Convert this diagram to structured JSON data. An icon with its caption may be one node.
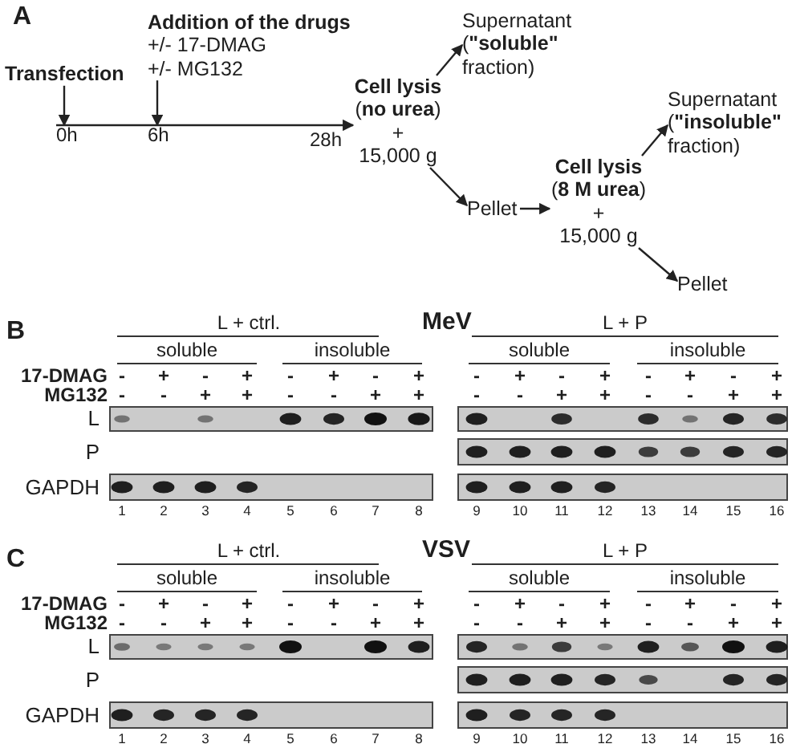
{
  "diagram": {
    "nodes": [
      {
        "text": [
          "Transfection"
        ]
      },
      {
        "text": [
          "0h"
        ]
      },
      {
        "text": [
          "Addition of the drugs",
          "+/- 17-DMAG",
          "+/- MG132"
        ]
      },
      {
        "text": [
          "6h"
        ]
      },
      {
        "text": [
          "**Cell lysis** (**no urea**)",
          "+",
          "15,000 g"
        ]
      },
      {
        "text": [
          "Supernatant (**\"soluble\"** fraction)"
        ]
      },
      {
        "text": [
          "Pellet"
        ]
      },
      {
        "text": [
          "**Cell lysis** (**8 M urea**)",
          "+",
          "15,000 g"
        ]
      },
      {
        "text": [
          "Supernatant (**\"insoluble\"** fraction)"
        ]
      },
      {
        "text": [
          "Pellet"
        ]
      }
    ],
    "edges": [
      {
        "from": 0,
        "to": 1,
        "arrow": "to"
      },
      {
        "from": 2,
        "to": 3,
        "arrow": "to"
      },
      {
        "from": 1,
        "to": 4,
        "arrow": "to"
      },
      {
        "from": 4,
        "to": 5,
        "arrow": "to"
      },
      {
        "from": 4,
        "to": 6,
        "arrow": "to"
      },
      {
        "from": 6,
        "to": 7,
        "arrow": "to"
      },
      {
        "from": 7,
        "to": 8,
        "arrow": "to"
      },
      {
        "from": 7,
        "to": 9,
        "arrow": "to"
      }
    ],
    "labels": [
      "A",
      "28h",
      "B",
      "L + ctrl.",
      "MeV",
      "L + P",
      "soluble",
      "insoluble",
      "soluble",
      "insoluble",
      "17-DMAG",
      "-",
      "+",
      "-",
      "+",
      "-",
      "+",
      "-",
      "+",
      "-",
      "+",
      "-",
      "+",
      "-",
      "+",
      "-",
      "+",
      "MG132",
      "-",
      "-",
      "+",
      "+",
      "-",
      "-",
      "+",
      "+",
      "-",
      "-",
      "+",
      "+",
      "-",
      "-",
      "+",
      "+",
      "L",
      "P",
      "GAPDH",
      "1",
      "2",
      "3",
      "4",
      "5",
      "6",
      "7",
      "8",
      "9",
      "10",
      "11",
      "12",
      "13",
      "14",
      "15",
      "16",
      "C",
      "L + ctrl.",
      "VSV",
      "L + P",
      "soluble",
      "insoluble",
      "soluble",
      "insoluble",
      "17-DMAG",
      "-",
      "+",
      "-",
      "+",
      "-",
      "+",
      "-",
      "+",
      "-",
      "+",
      "-",
      "+",
      "-",
      "+",
      "-",
      "+",
      "MG132",
      "-",
      "-",
      "+",
      "+",
      "-",
      "-",
      "+",
      "+",
      "-",
      "-",
      "+",
      "+",
      "-",
      "-",
      "+",
      "+",
      "L",
      "P",
      "GAPDH",
      "1",
      "2",
      "3",
      "4",
      "5",
      "6",
      "7",
      "8",
      "9",
      "10",
      "11",
      "12",
      "13",
      "14",
      "15",
      "16"
    ]
  }
}
